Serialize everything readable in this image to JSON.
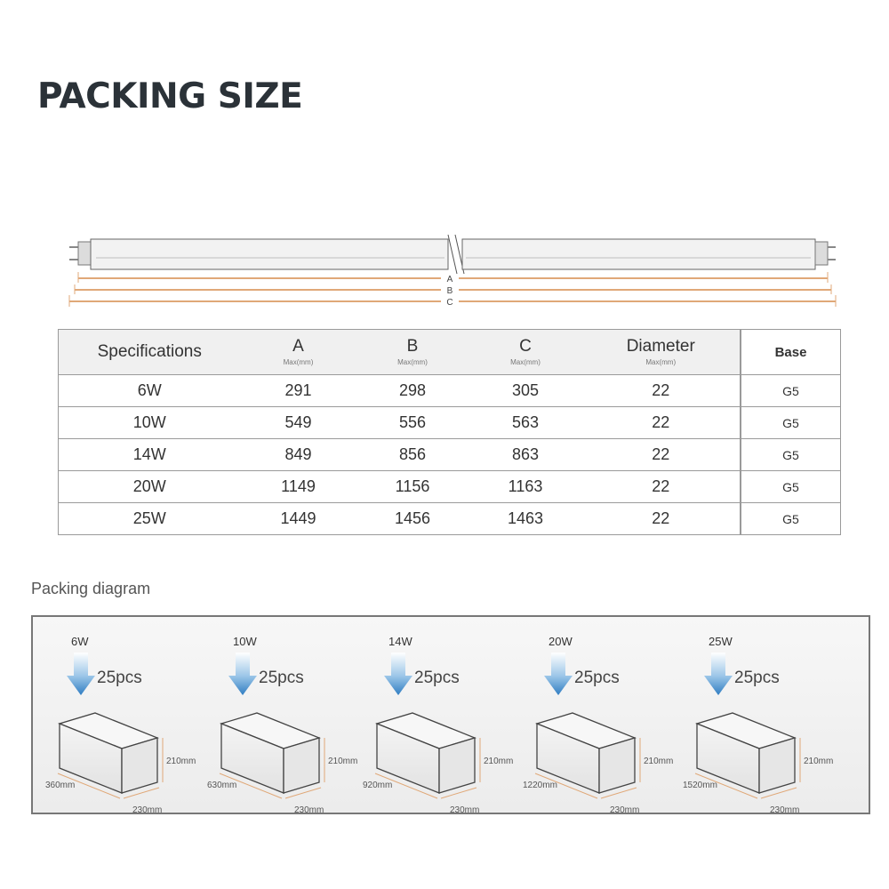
{
  "title": "PACKING SIZE",
  "dimension_letters": [
    "A",
    "B",
    "C"
  ],
  "table": {
    "headers": {
      "specifications": "Specifications",
      "a": "A",
      "b": "B",
      "c": "C",
      "diameter": "Diameter",
      "base": "Base",
      "unit": "Max(mm)"
    },
    "rows": [
      {
        "spec": "6W",
        "a": "291",
        "b": "298",
        "c": "305",
        "diameter": "22",
        "base": "G5"
      },
      {
        "spec": "10W",
        "a": "549",
        "b": "556",
        "c": "563",
        "diameter": "22",
        "base": "G5"
      },
      {
        "spec": "14W",
        "a": "849",
        "b": "856",
        "c": "863",
        "diameter": "22",
        "base": "G5"
      },
      {
        "spec": "20W",
        "a": "1149",
        "b": "1156",
        "c": "1163",
        "diameter": "22",
        "base": "G5"
      },
      {
        "spec": "25W",
        "a": "1449",
        "b": "1456",
        "c": "1463",
        "diameter": "22",
        "base": "G5"
      }
    ]
  },
  "packing_diagram": {
    "title": "Packing diagram",
    "boxes": [
      {
        "watt": "6W",
        "qty": "25pcs",
        "length": "360mm",
        "height": "210mm",
        "width": "230mm"
      },
      {
        "watt": "10W",
        "qty": "25pcs",
        "length": "630mm",
        "height": "210mm",
        "width": "230mm"
      },
      {
        "watt": "14W",
        "qty": "25pcs",
        "length": "920mm",
        "height": "210mm",
        "width": "230mm"
      },
      {
        "watt": "20W",
        "qty": "25pcs",
        "length": "1220mm",
        "height": "210mm",
        "width": "230mm"
      },
      {
        "watt": "25W",
        "qty": "25pcs",
        "length": "1520mm",
        "height": "210mm",
        "width": "230mm"
      }
    ]
  },
  "colors": {
    "title": "#2b3238",
    "dimension_line": "#e0a878",
    "arrow": "#3d88c8"
  }
}
